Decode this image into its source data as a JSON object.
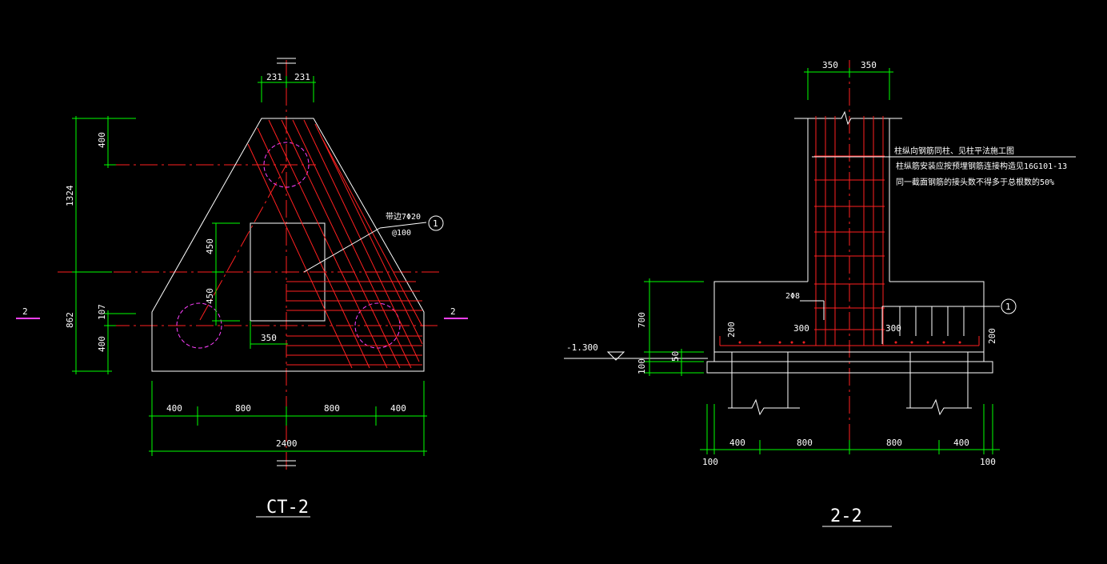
{
  "left_drawing": {
    "title": "CT-2",
    "section_marker": "2",
    "dims_top": [
      "231",
      "231"
    ],
    "dims_left": [
      "400",
      "1324",
      "450",
      "450",
      "107",
      "862",
      "400"
    ],
    "dim_inner": "350",
    "dims_bottom": [
      "400",
      "800",
      "800",
      "400"
    ],
    "dim_total": "2400",
    "rebar_note": [
      "带边7Φ20",
      "@100"
    ],
    "callout": "1"
  },
  "right_drawing": {
    "title": "2-2",
    "dims_top": [
      "350",
      "350"
    ],
    "notes": [
      "柱纵向钢筋同柱、见柱平法施工图",
      "柱纵筋安装应按预埋钢筋连接构造见16G101-13",
      "同一截面钢筋的接头数不得多于总根数的50%"
    ],
    "stirrup": "2Φ8",
    "dims_inner": [
      "200",
      "300",
      "300",
      "200"
    ],
    "elevation": "-1.300",
    "dims_left": [
      "700",
      "50",
      "100"
    ],
    "dims_bottom": [
      "400",
      "800",
      "800",
      "400"
    ],
    "dims_edge": [
      "100",
      "100"
    ],
    "callout": "1"
  }
}
